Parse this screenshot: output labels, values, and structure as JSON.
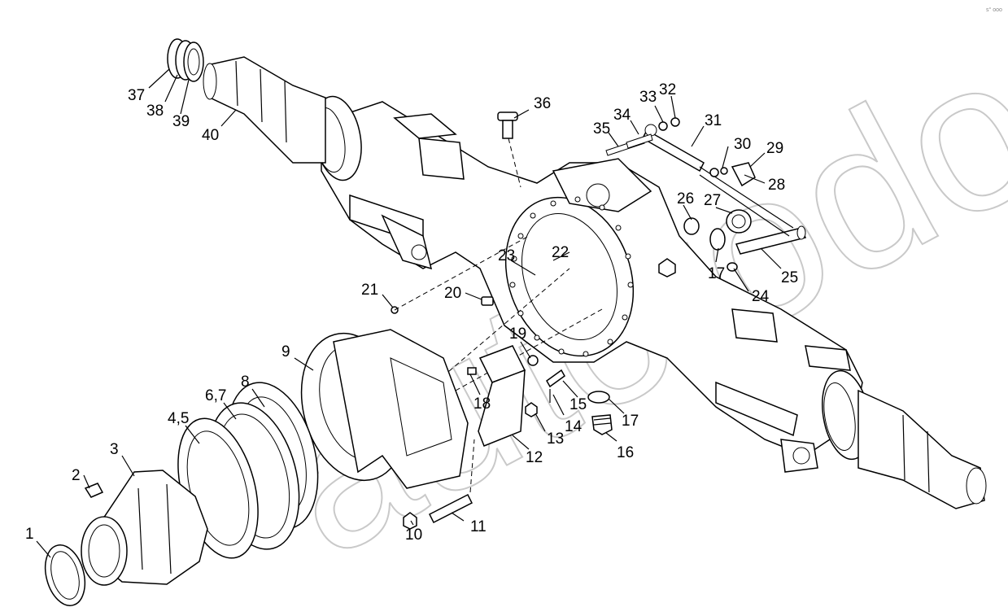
{
  "watermark": "autotodo",
  "corner_mark": "s° ooo",
  "callouts": [
    "1",
    "2",
    "3",
    "4,5",
    "6,7",
    "8",
    "9",
    "10",
    "11",
    "12",
    "13",
    "14",
    "15",
    "16",
    "17",
    "17",
    "18",
    "19",
    "20",
    "21",
    "22",
    "23",
    "24",
    "25",
    "26",
    "27",
    "28",
    "29",
    "30",
    "31",
    "32",
    "33",
    "34",
    "35",
    "36",
    "37",
    "38",
    "39",
    "40"
  ]
}
